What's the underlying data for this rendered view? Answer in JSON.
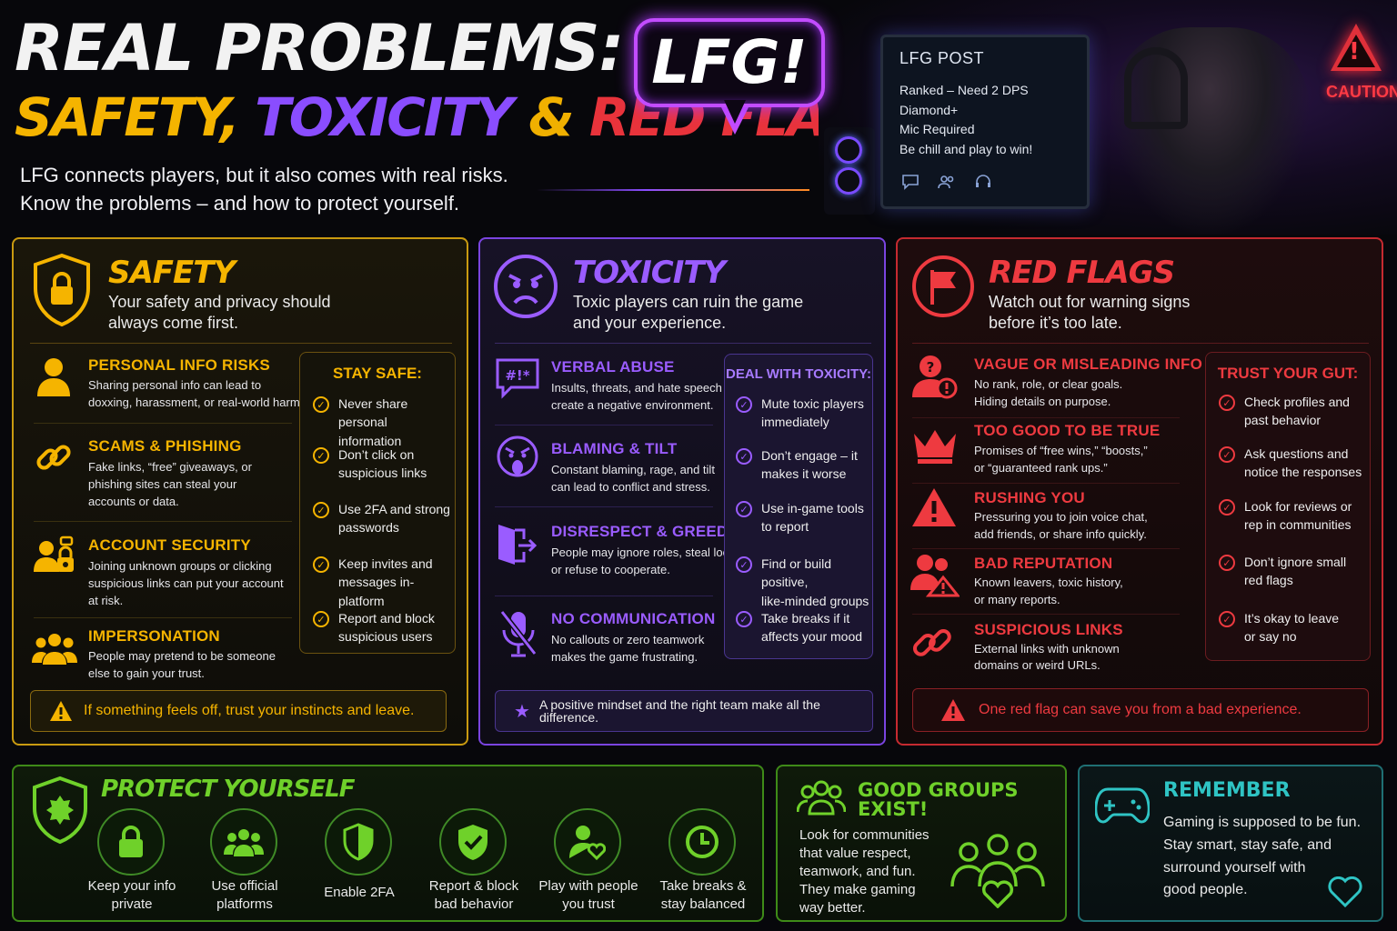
{
  "header": {
    "title_line1": "REAL PROBLEMS:",
    "title_part_safety": "SAFETY,",
    "title_part_toxicity": "TOXICITY",
    "title_part_amp": "&",
    "title_part_redflags": "RED FLAGS",
    "intro_line1": "LFG connects players, but it also comes with real risks.",
    "intro_line2": "Know the problems – and how to protect yourself.",
    "bubble": "LFG!"
  },
  "scene": {
    "monitor_title": "LFG POST",
    "monitor_lines": [
      "Ranked – Need 2 DPS",
      "Diamond+",
      "Mic Required",
      "Be chill and play to win!"
    ],
    "monitor_icons": [
      "chat-icon",
      "users-icon",
      "headset-icon"
    ],
    "caution_label": "CAUTION"
  },
  "safety": {
    "color": "#f5b400",
    "title": "SAFETY",
    "sub_line1": "Your safety and privacy should",
    "sub_line2": "always come first.",
    "items": [
      {
        "icon": "person-icon",
        "title": "PERSONAL INFO RISKS",
        "desc1": "Sharing personal info can lead to",
        "desc2": "doxxing, harassment, or real-world harm.",
        "desc3": ""
      },
      {
        "icon": "link-icon",
        "title": "SCAMS & PHISHING",
        "desc1": "Fake links, “free” giveaways, or",
        "desc2": "phishing sites can steal your",
        "desc3": "accounts or data."
      },
      {
        "icon": "account-lock-icon",
        "title": "ACCOUNT SECURITY",
        "desc1": "Joining unknown groups or clicking",
        "desc2": "suspicious links can put your account",
        "desc3": "at risk."
      },
      {
        "icon": "group-icon",
        "title": "IMPERSONATION",
        "desc1": "People may pretend to be someone",
        "desc2": "else to gain your trust.",
        "desc3": ""
      }
    ],
    "tips_title": "STAY SAFE:",
    "tips": [
      {
        "l1": "Never share personal",
        "l2": "information"
      },
      {
        "l1": "Don’t click on",
        "l2": "suspicious links"
      },
      {
        "l1": "Use 2FA and strong",
        "l2": "passwords"
      },
      {
        "l1": "Keep invites and",
        "l2": "messages in-platform"
      },
      {
        "l1": "Report and block",
        "l2": "suspicious users"
      }
    ],
    "footer": "If something feels off, trust your instincts and leave."
  },
  "toxicity": {
    "color": "#9a5cff",
    "title": "TOXICITY",
    "sub_line1": "Toxic players can ruin the game",
    "sub_line2": "and your experience.",
    "items": [
      {
        "icon": "swear-bubble-icon",
        "title": "VERBAL ABUSE",
        "desc1": "Insults, threats, and hate speech",
        "desc2": "create a negative environment."
      },
      {
        "icon": "angry-face-icon",
        "title": "BLAMING & TILT",
        "desc1": "Constant blaming, rage, and tilt",
        "desc2": "can lead to conflict and stress."
      },
      {
        "icon": "exit-door-icon",
        "title": "DISRESPECT & GREED",
        "desc1": "People may ignore roles, steal loot,",
        "desc2": "or refuse to cooperate."
      },
      {
        "icon": "mic-off-icon",
        "title": "NO COMMUNICATION",
        "desc1": "No callouts or zero teamwork",
        "desc2": "makes the game frustrating."
      }
    ],
    "tips_title": "DEAL WITH TOXICITY:",
    "tips": [
      {
        "l1": "Mute toxic players",
        "l2": "immediately"
      },
      {
        "l1": "Don’t engage – it",
        "l2": "makes it worse"
      },
      {
        "l1": "Use in-game tools",
        "l2": "to report"
      },
      {
        "l1": "Find or build positive,",
        "l2": "like-minded groups"
      },
      {
        "l1": "Take breaks if it",
        "l2": "affects your mood"
      }
    ],
    "footer": "A positive mindset and the right team make all the difference."
  },
  "redflags": {
    "color": "#ee3a40",
    "title": "RED FLAGS",
    "sub_line1": "Watch out for warning signs",
    "sub_line2": "before it’s too late.",
    "items": [
      {
        "icon": "question-person-icon",
        "title": "VAGUE OR MISLEADING INFO",
        "desc1": "No rank, role, or clear goals.",
        "desc2": "Hiding details on purpose."
      },
      {
        "icon": "crown-icon",
        "title": "TOO GOOD TO BE TRUE",
        "desc1": "Promises of “free wins,” “boosts,”",
        "desc2": "or “guaranteed rank ups.”"
      },
      {
        "icon": "warning-icon",
        "title": "RUSHING YOU",
        "desc1": "Pressuring you to join voice chat,",
        "desc2": "add friends, or share info quickly."
      },
      {
        "icon": "users-alert-icon",
        "title": "BAD REPUTATION",
        "desc1": "Known leavers, toxic history,",
        "desc2": "or many reports."
      },
      {
        "icon": "link-icon",
        "title": "SUSPICIOUS LINKS",
        "desc1": "External links with unknown",
        "desc2": "domains or weird URLs."
      }
    ],
    "tips_title": "TRUST YOUR GUT:",
    "tips": [
      {
        "l1": "Check profiles and",
        "l2": "past behavior"
      },
      {
        "l1": "Ask questions and",
        "l2": "notice the responses"
      },
      {
        "l1": "Look for reviews or",
        "l2": "rep in communities"
      },
      {
        "l1": "Don’t ignore small",
        "l2": "red flags"
      },
      {
        "l1": "It’s okay to leave",
        "l2": "or say no"
      }
    ],
    "footer": "One red flag can save you from a bad experience."
  },
  "protect": {
    "color": "#6fd12a",
    "title": "PROTECT YOURSELF",
    "items": [
      {
        "icon": "lock-icon",
        "l1": "Keep your info",
        "l2": "private"
      },
      {
        "icon": "group-icon",
        "l1": "Use official",
        "l2": "platforms"
      },
      {
        "icon": "shield-icon",
        "l1": "Enable 2FA",
        "l2": ""
      },
      {
        "icon": "shield-check-icon",
        "l1": "Report & block",
        "l2": "bad behavior"
      },
      {
        "icon": "person-heart-icon",
        "l1": "Play with people",
        "l2": "you trust"
      },
      {
        "icon": "clock-icon",
        "l1": "Take breaks &",
        "l2": "stay balanced"
      }
    ]
  },
  "good_groups": {
    "title": "GOOD GROUPS EXIST!",
    "lines": [
      "Look for communities",
      "that value respect,",
      "teamwork, and fun.",
      "They make gaming",
      "way better."
    ]
  },
  "remember": {
    "title": "REMEMBER",
    "lines": [
      "Gaming is supposed to be fun.",
      "Stay smart, stay safe, and",
      "surround yourself with",
      "good people."
    ]
  }
}
